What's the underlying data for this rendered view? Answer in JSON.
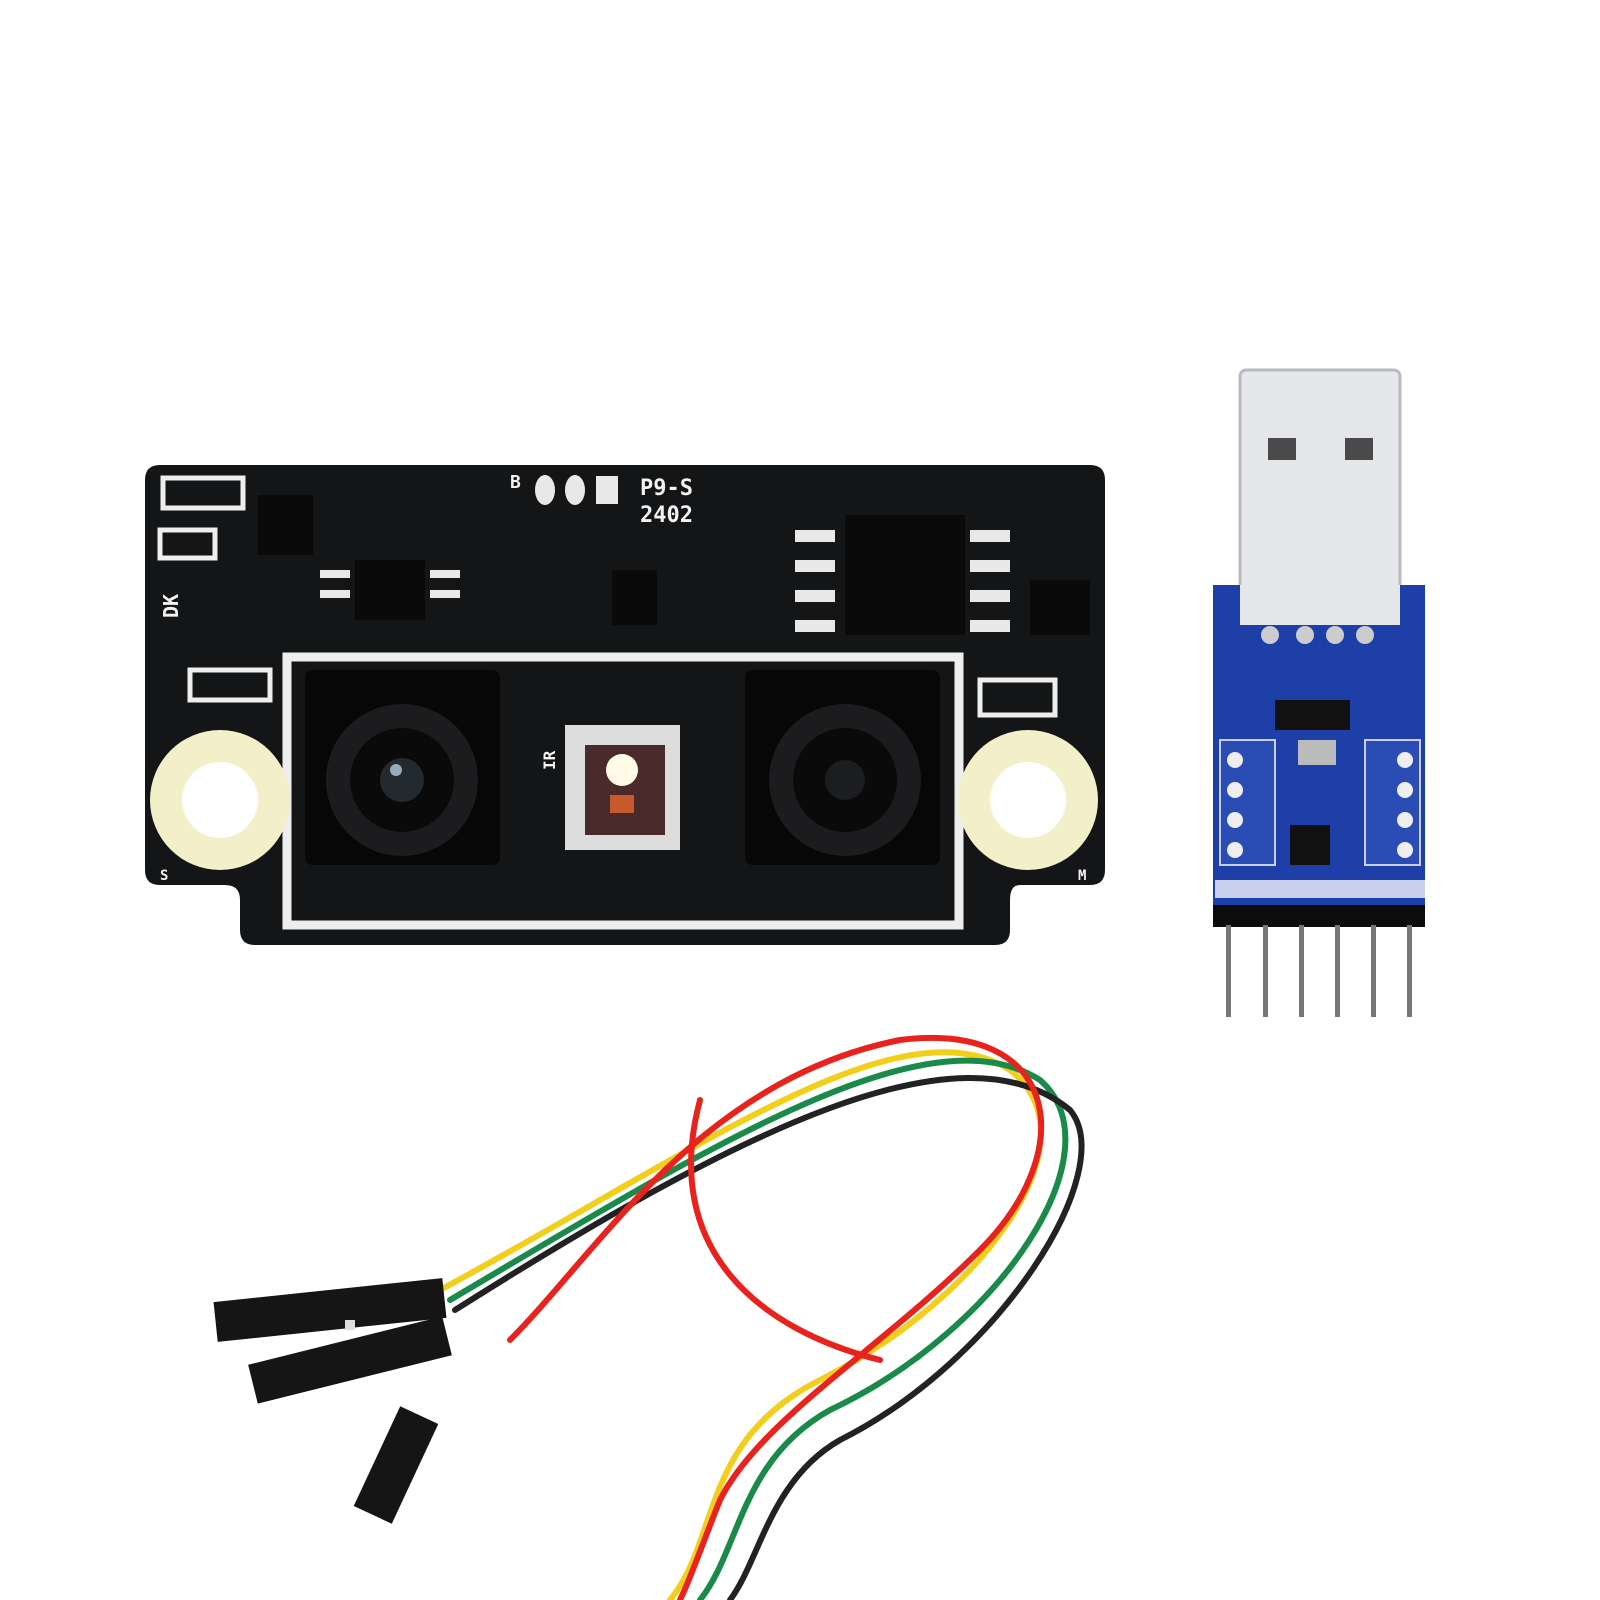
{
  "camera_board": {
    "model_label": "P9-S",
    "date_label": "2402",
    "label_dk": "DK",
    "label_ir": "IR",
    "label_b": "B",
    "label_s": "S",
    "label_m": "M",
    "pcb_color": "#141517",
    "pad_color": "#f3efc8"
  },
  "usb_adapter": {
    "pcb_color": "#1f3fa8",
    "pin_count": 6
  },
  "cable": {
    "wire_colors": [
      "#e8231e",
      "#f2cf1a",
      "#1a8a4a",
      "#222222"
    ]
  }
}
